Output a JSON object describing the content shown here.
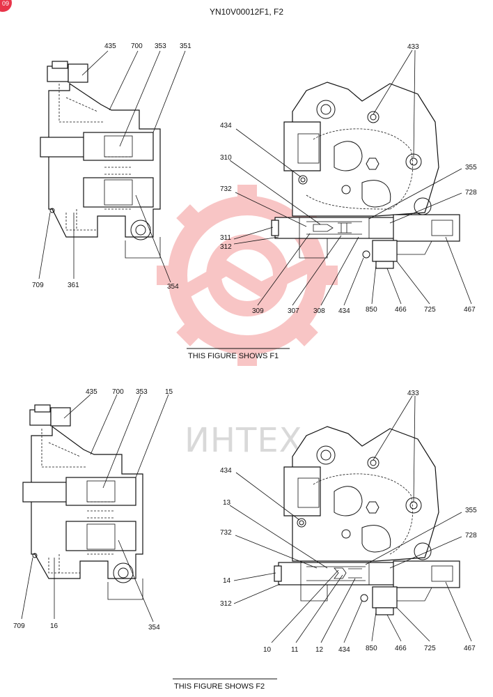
{
  "title": "YN10V00012F1, F2",
  "corner_badge": "09",
  "watermark": "ИНТЕХ",
  "captions": {
    "f1": "THIS FIGURE SHOWS  F1",
    "f2": "THIS FIGURE SHOWS  F2"
  },
  "f1_side_labels": [
    "435",
    "700",
    "353",
    "351",
    "709",
    "361",
    "354"
  ],
  "f1_front_labels": [
    "433",
    "434",
    "310",
    "732",
    "355",
    "728",
    "311",
    "312",
    "309",
    "307",
    "308",
    "434",
    "850",
    "466",
    "725",
    "467"
  ],
  "f2_side_labels": [
    "435",
    "700",
    "353",
    "15",
    "709",
    "16",
    "354"
  ],
  "f2_front_labels": [
    "433",
    "434",
    "13",
    "732",
    "355",
    "728",
    "14",
    "312",
    "10",
    "11",
    "12",
    "434",
    "850",
    "466",
    "725",
    "467"
  ],
  "colors": {
    "line": "#111111",
    "watermark_gear": "#f08080",
    "badge": "#e8354a"
  }
}
